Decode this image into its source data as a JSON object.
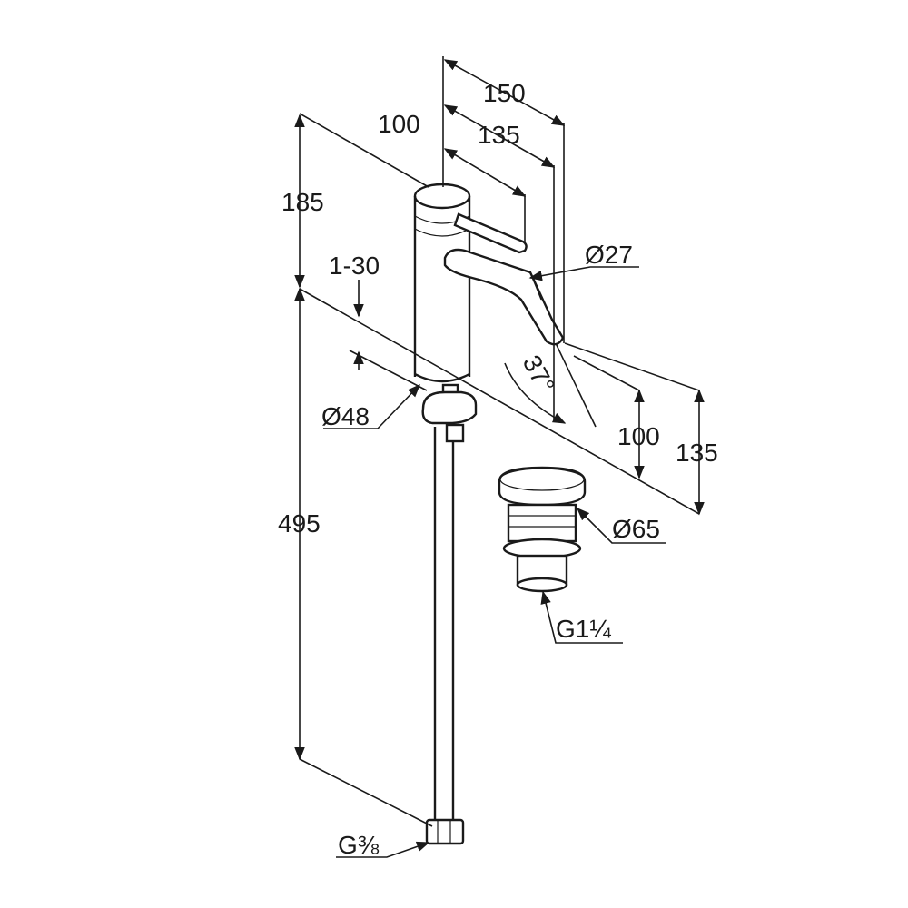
{
  "dimensions": {
    "dim_150": "150",
    "dim_100_top": "100",
    "dim_135_top": "135",
    "dim_185": "185",
    "dim_1_30": "1-30",
    "dia_27": "Ø27",
    "angle_37": "37°",
    "dia_48": "Ø48",
    "dim_100_right": "100",
    "dim_135_right": "135",
    "dia_65": "Ø65",
    "dim_495": "495",
    "thread_g114": "G1¼",
    "thread_g38": "G⅜"
  }
}
